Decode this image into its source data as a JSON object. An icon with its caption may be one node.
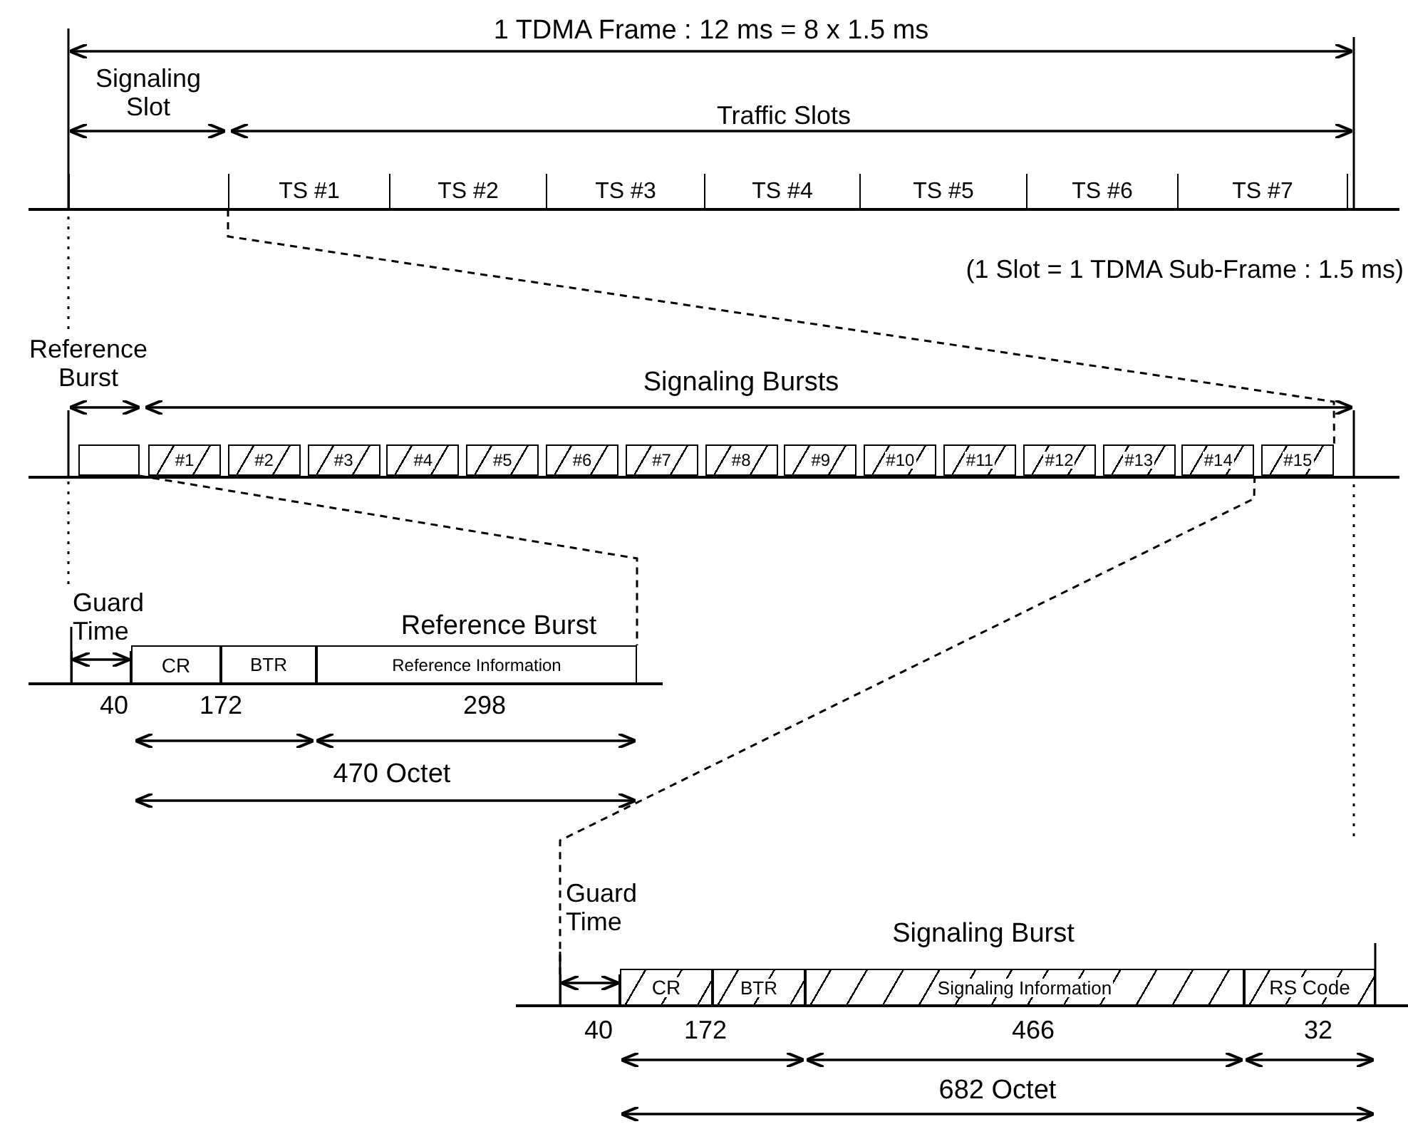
{
  "diagram": {
    "nodes": [
      {
        "text": [],
        "shape": "box"
      },
      {
        "text": [
          "TS #1"
        ]
      },
      {
        "text": [
          "TS #2"
        ]
      },
      {
        "text": [
          "TS #3"
        ]
      },
      {
        "text": [
          "TS #4"
        ]
      },
      {
        "text": [
          "TS #5"
        ]
      },
      {
        "text": [
          "TS #6"
        ]
      },
      {
        "text": [
          "TS #7"
        ]
      },
      {
        "text": [],
        "shape": "box"
      },
      {
        "text": [
          "#1"
        ]
      },
      {
        "text": [
          "#2"
        ]
      },
      {
        "text": [
          "#3"
        ]
      },
      {
        "text": [
          "#4"
        ]
      },
      {
        "text": [
          "#5"
        ]
      },
      {
        "text": [
          "#6"
        ]
      },
      {
        "text": [
          "#7"
        ]
      },
      {
        "text": [
          "#8"
        ]
      },
      {
        "text": [
          "#9"
        ]
      },
      {
        "text": [
          "#10"
        ]
      },
      {
        "text": [
          "#11"
        ]
      },
      {
        "text": [
          "#12"
        ]
      },
      {
        "text": [
          "#13"
        ]
      },
      {
        "text": [
          "#14"
        ]
      },
      {
        "text": [
          "#15"
        ]
      },
      {
        "text": [],
        "shape": "box"
      },
      {
        "text": [
          "CR"
        ]
      },
      {
        "text": [
          "BTR"
        ]
      },
      {
        "text": [
          "Reference Information"
        ]
      },
      {
        "text": [],
        "shape": "box"
      },
      {
        "text": [
          "CR"
        ]
      },
      {
        "text": [
          "BTR"
        ]
      },
      {
        "text": [
          "Signaling Information"
        ]
      },
      {
        "text": [
          "RS Code"
        ]
      }
    ],
    "edges": [
      {
        "from": 0,
        "to": 23,
        "arrow": "none",
        "style": "dashed"
      },
      {
        "from": 8,
        "to": 27,
        "arrow": "none",
        "style": "dashed"
      },
      {
        "from": 22,
        "to": 28,
        "arrow": "none",
        "style": "dashed"
      }
    ],
    "labels": [
      "1 TDMA Frame : 12 ms = 8 x 1.5 ms",
      "Signaling Slot",
      "Traffic Slots",
      "(1 Slot = 1 TDMA Sub-Frame : 1.5 ms)",
      "Reference Burst",
      "Signaling Bursts",
      "Guard Time",
      "Reference Burst",
      "40",
      "172",
      "298",
      "470 Octet",
      "Guard Time",
      "Signaling Burst",
      "40",
      "172",
      "466",
      "32",
      "682 Octet"
    ]
  }
}
